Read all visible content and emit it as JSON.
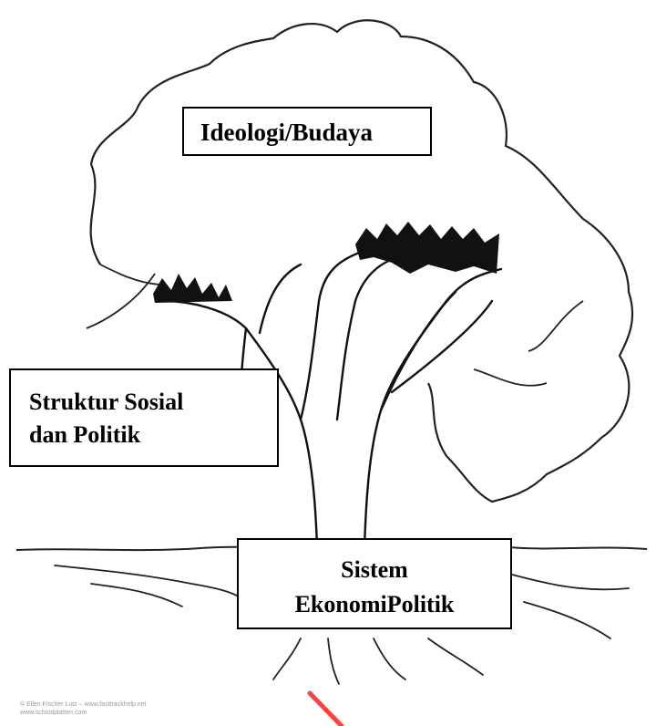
{
  "labels": {
    "ideologi": "Ideologi/Budaya",
    "struktur_line1": "Struktur Sosial",
    "struktur_line2": "dan Politik",
    "sistem_line1": "Sistem",
    "sistem_line2": "EkonomiPolitik"
  },
  "credit": {
    "line1": "© Ellen Fischer Lutz – www.fasttrackhelp.net",
    "line2": "www.schoolplatten.com"
  },
  "colors": {
    "ink": "#000000",
    "background": "#ffffff",
    "credit_text": "#9a9a9a",
    "watermark": "#ff2020"
  }
}
